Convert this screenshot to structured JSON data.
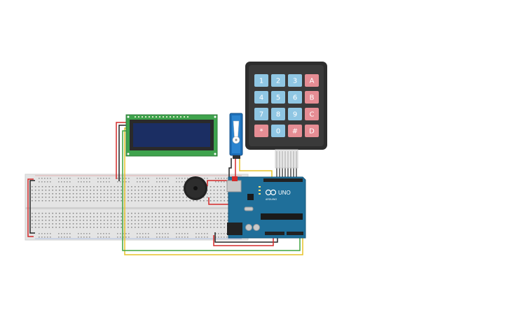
{
  "keypad": {
    "rows": [
      [
        "1",
        "2",
        "3",
        "A"
      ],
      [
        "4",
        "5",
        "6",
        "B"
      ],
      [
        "7",
        "8",
        "9",
        "C"
      ],
      [
        "*",
        "0",
        "#",
        "D"
      ]
    ],
    "colors": {
      "number": "#8fc6e3",
      "letter": "#e58d94",
      "star": "#e58d94",
      "body": "#2d2d2d"
    }
  },
  "arduino": {
    "brand": "ARDUINO",
    "model": "UNO",
    "board_color": "#1f6f9a"
  },
  "lcd": {
    "pcb_color": "#3fa34d",
    "screen_color": "#1b2e63"
  },
  "colors": {
    "wire_red": "#d42a2a",
    "wire_black": "#222222",
    "wire_yellow": "#e6c229",
    "wire_green": "#3ea33e",
    "breadboard": "#e3e3e3"
  }
}
